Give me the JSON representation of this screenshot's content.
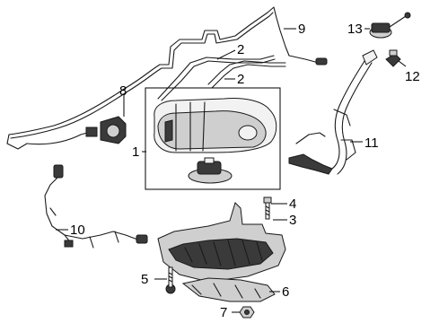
{
  "callouts": {
    "c1": "1",
    "c2a": "2",
    "c2b": "2",
    "c3": "3",
    "c4": "4",
    "c5": "5",
    "c6": "6",
    "c7": "7",
    "c8": "8",
    "c9": "9",
    "c10": "10",
    "c11": "11",
    "c12": "12",
    "c13": "13"
  }
}
